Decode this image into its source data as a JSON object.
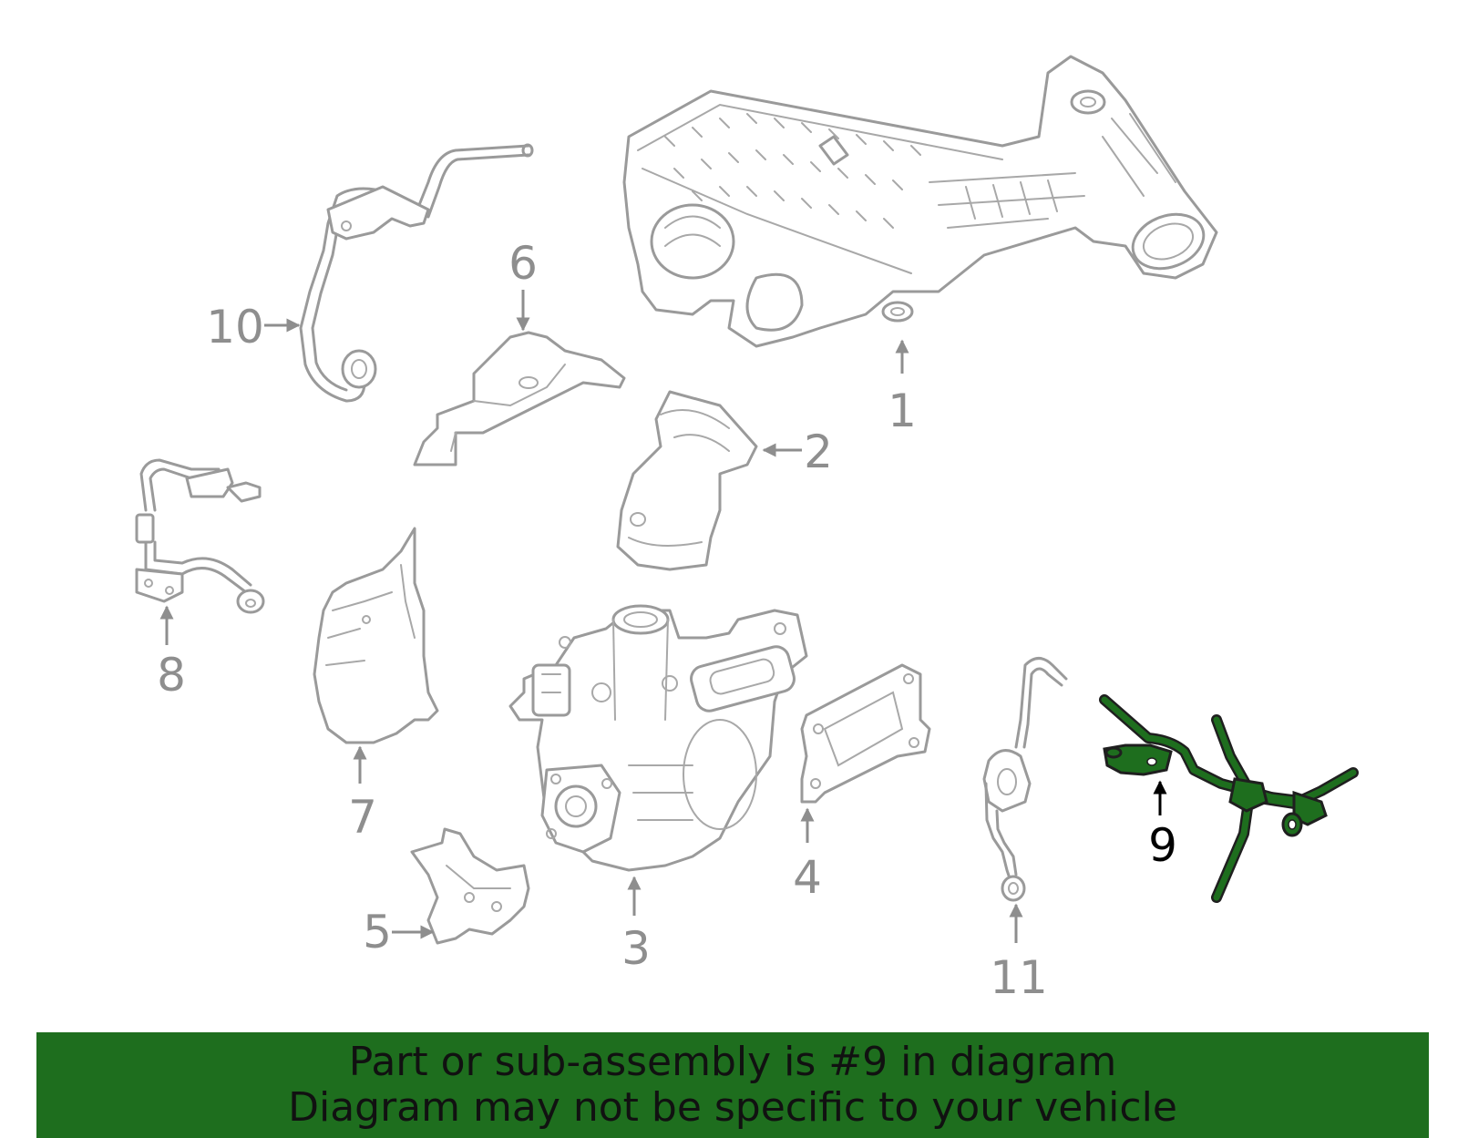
{
  "colors": {
    "highlight": "#1e6e1e",
    "banner_background": "#1e6e1e",
    "part_outline": "#9a9a9a",
    "callout_text": "#8e8e8e",
    "highlight_callout_text": "#000000"
  },
  "diagram": {
    "highlighted_part": "9",
    "callouts": {
      "c1": "1",
      "c2": "2",
      "c3": "3",
      "c4": "4",
      "c5": "5",
      "c6": "6",
      "c7": "7",
      "c8": "8",
      "c9": "9",
      "c10": "10",
      "c11": "11"
    }
  },
  "banner": {
    "line1": "Part or sub-assembly is #9 in diagram",
    "line2": "Diagram may not be specific to your vehicle"
  }
}
